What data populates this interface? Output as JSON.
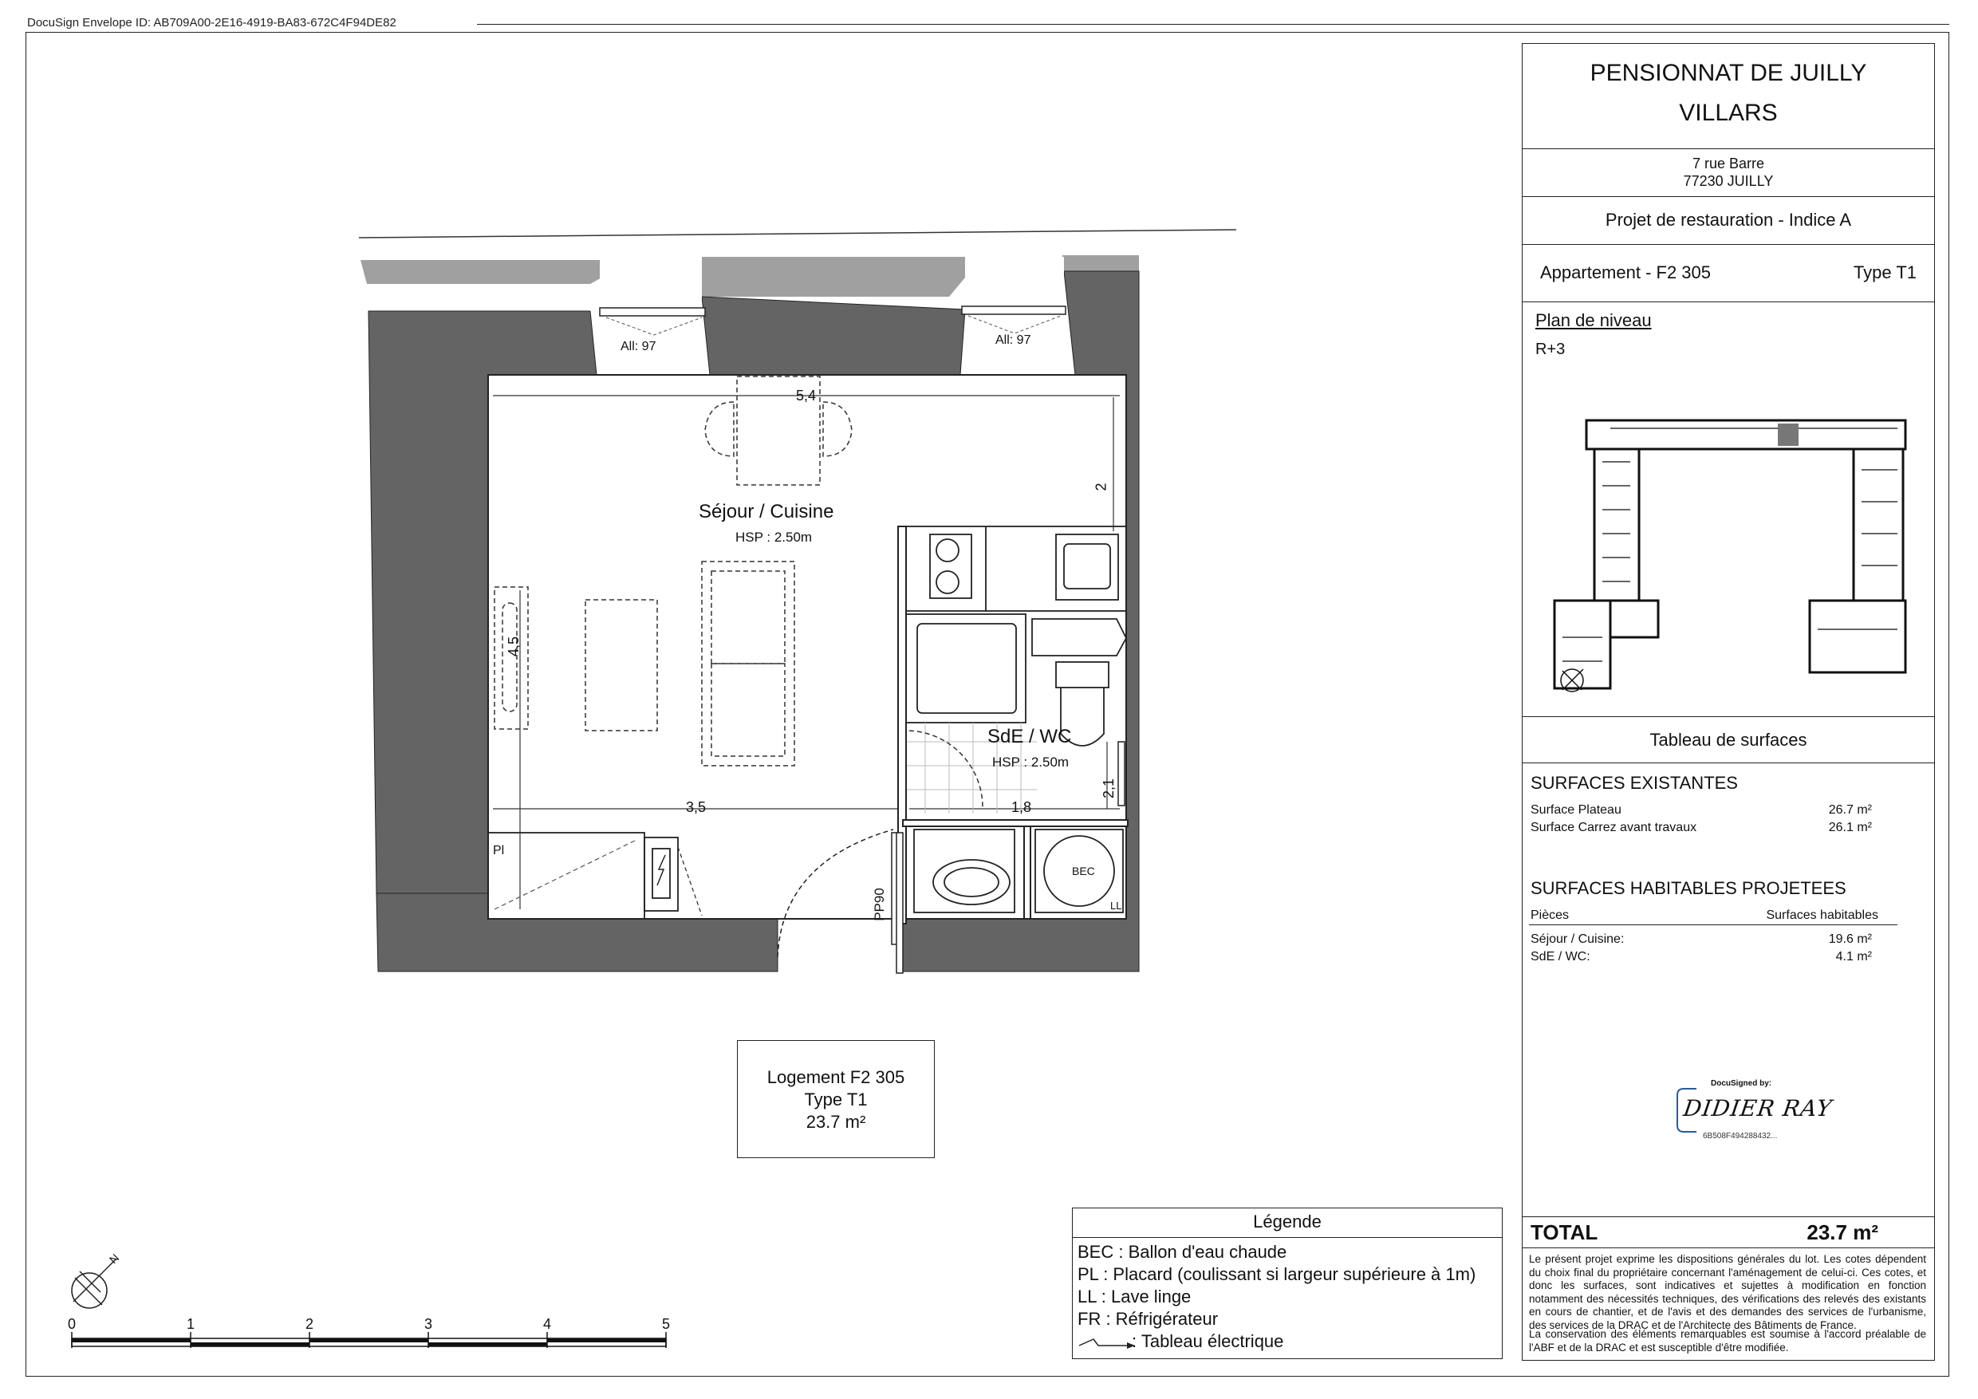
{
  "envelope_id": "DocuSign Envelope ID: AB709A00-2E16-4919-BA83-672C4F94DE82",
  "title_block": {
    "project_line1": "PENSIONNAT DE JUILLY",
    "project_line2": "VILLARS",
    "address_line1": "7 rue Barre",
    "address_line2": "77230 JUILLY",
    "project_phase": "Projet de restauration - Indice A",
    "apartment": "Appartement -  F2 305",
    "apartment_type": "Type T1",
    "plan_title": "Plan de niveau",
    "level": "R+3",
    "surfaces_table_title": "Tableau de surfaces",
    "existing_heading": "SURFACES EXISTANTES",
    "existing": [
      {
        "label": "Surface Plateau",
        "value": "26.7 m²"
      },
      {
        "label": "Surface Carrez avant travaux",
        "value": "26.1 m²"
      }
    ],
    "projected_heading": "SURFACES HABITABLES PROJETEES",
    "col_rooms": "Pièces",
    "col_surfaces": "Surfaces habitables",
    "projected": [
      {
        "label": "Séjour / Cuisine:",
        "value": "19.6 m²"
      },
      {
        "label": "SdE / WC:",
        "value": "4.1 m²"
      }
    ],
    "signature": {
      "header": "DocuSigned by:",
      "name": "DIDIER RAY",
      "code": "6B508F494288432..."
    },
    "total_label": "TOTAL",
    "total_value": "23.7 m²",
    "disclaimer1": "Le présent projet exprime les dispositions générales du lot. Les cotes dépendent du choix final du propriétaire concernant l'aménagement de celui-ci. Ces cotes, et donc les surfaces, sont indicatives et sujettes à modification en fonction notamment des nécessités techniques, des vérifications des relevés des existants en cours de chantier, et de l'avis et des demandes des services de l'urbanisme, des services de la DRAC et de l'Architecte des Bâtiments de France.",
    "disclaimer2": "La conservation des éléments remarquables est soumise à l'accord préalable de l'ABF et de la DRAC et est susceptible d'être modifiée."
  },
  "plan": {
    "window_left": "All: 97",
    "window_right": "All: 97",
    "dim_top": "5,4",
    "dim_right": "2",
    "dim_left": "4,5",
    "dim_bottom_left": "3,5",
    "dim_bottom_right": "1,8",
    "dim_sde": "2,1",
    "room1_name": "Séjour / Cuisine",
    "room1_hsp": "HSP : 2.50m",
    "room2_name": "SdE / WC",
    "room2_hsp": "HSP : 2.50m",
    "pl_label": "Pl",
    "bec_label": "BEC",
    "ll_label": "LL",
    "door_label": "PP90"
  },
  "logement": {
    "line1": "Logement F2 305",
    "line2": "Type T1",
    "line3": "23.7 m²"
  },
  "legend": {
    "title": "Légende",
    "items": [
      "BEC : Ballon d'eau chaude",
      "PL : Placard (coulissant si largeur supérieure à 1m)",
      "LL : Lave linge",
      "FR : Réfrigérateur",
      ": Tableau électrique"
    ]
  },
  "scale": {
    "ticks": [
      "0",
      "1",
      "2",
      "3",
      "4",
      "5"
    ],
    "north": "N"
  },
  "colors": {
    "wall": "#646464",
    "wall_light": "#a0a0a0",
    "line": "#222222"
  }
}
